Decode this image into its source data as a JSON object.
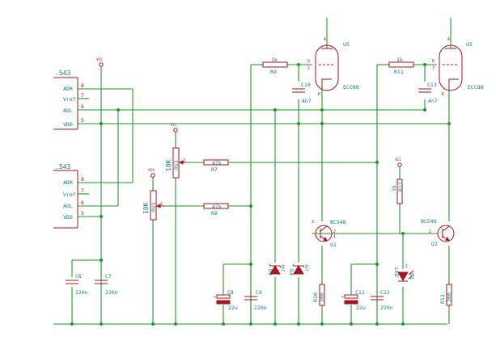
{
  "ics": [
    {
      "name": ".543",
      "pins": [
        {
          "label": "ADR",
          "num": "8"
        },
        {
          "label": "Vref",
          "num": "7"
        },
        {
          "label": "AOL",
          "num": "6"
        },
        {
          "label": "VDD",
          "num": "5"
        }
      ]
    },
    {
      "name": ".543",
      "pins": [
        {
          "label": "ADR",
          "num": "8"
        },
        {
          "label": "Vref",
          "num": "7"
        },
        {
          "label": "AOL",
          "num": "6"
        },
        {
          "label": "VDD",
          "num": "5"
        }
      ]
    }
  ],
  "tubes": {
    "u5a": {
      "ref": "U5",
      "type": "ECC88",
      "pin_a": "A",
      "pin_g": "G",
      "pin_g_num": "2",
      "pin_k": "K"
    },
    "u5b": {
      "ref": "U5",
      "type": "ECC88",
      "pin_a": "A",
      "pin_g": "G",
      "pin_g_num": "7",
      "pin_k": "K"
    }
  },
  "resistors": {
    "r9": {
      "ref": "R9",
      "value": "1k"
    },
    "r11": {
      "ref": "R11",
      "value": "1k"
    },
    "r7": {
      "ref": "R7",
      "value": "47k"
    },
    "r8": {
      "ref": "R8",
      "value": "47k"
    },
    "r12": {
      "ref": "R12",
      "value": "1k"
    },
    "r10": {
      "ref": "R10",
      "value": "200"
    },
    "r13": {
      "ref": "R13",
      "value": "200"
    },
    "rv1": {
      "ref": "RV1",
      "value": "10K"
    },
    "rv2": {
      "ref": "RV2",
      "value": "10K"
    }
  },
  "capacitors": {
    "c10": {
      "ref": "C10",
      "value": "4n7"
    },
    "c13": {
      "ref": "C13",
      "value": "4n7"
    },
    "c6": {
      "ref": "C6",
      "value": "220n"
    },
    "c7": {
      "ref": "C7",
      "value": "220n"
    },
    "c8": {
      "ref": "C8",
      "value": "22u"
    },
    "c9": {
      "ref": "C9",
      "value": "220n"
    },
    "c11": {
      "ref": "C11",
      "value": "22u"
    },
    "c12": {
      "ref": "C12",
      "value": "220n"
    }
  },
  "diodes": {
    "d3": {
      "ref": "D3",
      "value": "4v7"
    },
    "d4": {
      "ref": "D4",
      "value": "4v7"
    },
    "d2": {
      "ref": "D2",
      "value": "LED"
    }
  },
  "transistors": {
    "q1": {
      "ref": "Q1",
      "type": "BC548"
    },
    "q2": {
      "ref": "Q2",
      "type": "BC548"
    }
  },
  "pin_numbers": {
    "one": "1",
    "two": "2",
    "three": "3"
  },
  "power_labels": {
    "vcc": "VCC"
  },
  "colors": {
    "wire": "#1c9a24",
    "component": "#a4161f",
    "text": "#0f7d8c"
  }
}
